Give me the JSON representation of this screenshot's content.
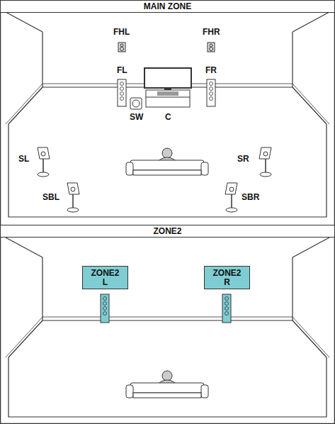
{
  "diagram": {
    "nodes": [
      {
        "text": [
          "MAIN ZONE"
        ]
      },
      {
        "text": [
          "ZONE2"
        ]
      },
      {
        "text": [
          "ZONE2 L"
        ]
      },
      {
        "text": [
          "ZONE2 R"
        ]
      }
    ],
    "labels": [
      "FHL",
      "FHR",
      "FL",
      "FR",
      "SW",
      "C",
      "SL",
      "SR",
      "SBL",
      "SBR"
    ]
  }
}
